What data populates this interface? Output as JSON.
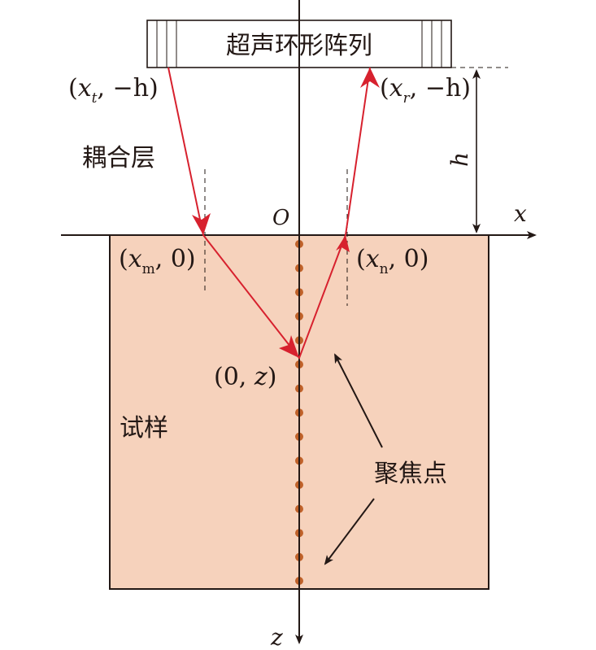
{
  "diagram": {
    "title_hidden": "",
    "array_label": "超声环形阵列",
    "coupling_layer_label": "耦合层",
    "sample_label": "试样",
    "focal_points_label": "聚焦点",
    "origin_label": "O",
    "x_axis_label": "x",
    "z_axis_label": "z",
    "height_label": "h",
    "points": {
      "transmit": {
        "open": "(",
        "var": "x",
        "sub": "t",
        "rest": ", −h)"
      },
      "receive": {
        "open": "(",
        "var": "x",
        "sub": "r",
        "rest": ", −h)"
      },
      "entry": {
        "open": "(",
        "var": "x",
        "sub": "m",
        "rest": ", 0)"
      },
      "exit": {
        "open": "(",
        "var": "x",
        "sub": "n",
        "rest": ", 0)"
      },
      "focus": {
        "open": "(0, ",
        "var": "z",
        "rest": ")"
      }
    },
    "colors": {
      "sample_fill": "#f6d2bc",
      "ray": "#d7212e",
      "focal_dot": "#c0622a",
      "line": "#231815"
    },
    "focal_point_count": 15
  }
}
